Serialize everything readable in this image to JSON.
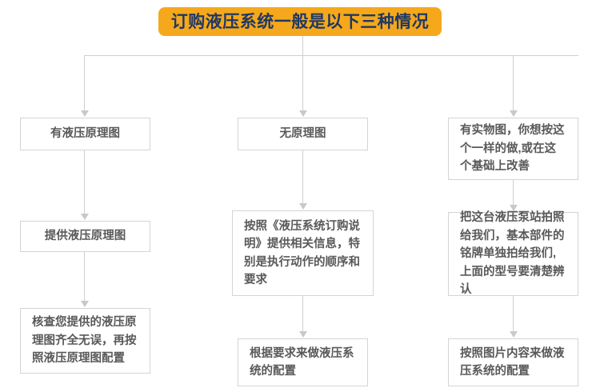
{
  "header": {
    "title": "订购液压系统一般是以下三种情况",
    "badge_bg": "#F5A81C",
    "badge_text_color": "#1F3864"
  },
  "theme": {
    "box_border": "#d4d4d4",
    "connector": "#cfcfcf",
    "text_color": "#595959",
    "background": "#ffffff"
  },
  "branches": [
    {
      "id": "branch-1",
      "steps": [
        {
          "id": "node-1-1",
          "label": "有液压原理图"
        },
        {
          "id": "node-1-2",
          "label": "提供液压原理图"
        },
        {
          "id": "node-1-3",
          "label": "核查您提供的液压原理图齐全无误，再按照液压原理图配置"
        }
      ]
    },
    {
      "id": "branch-2",
      "steps": [
        {
          "id": "node-2-1",
          "label": "无原理图"
        },
        {
          "id": "node-2-2",
          "label": "按照《液压系统订购说明》提供相关信息，特别是执行动作的顺序和要求"
        },
        {
          "id": "node-2-3",
          "label": "根据要求来做液压系统的配置"
        }
      ]
    },
    {
      "id": "branch-3",
      "steps": [
        {
          "id": "node-3-1",
          "label": "有实物图，你想按这个一样的做,或在这个基础上改善"
        },
        {
          "id": "node-3-2",
          "label": "把这台液压泵站拍照给我们，基本部件的铭牌单独拍给我们,上面的型号要清楚辨认"
        },
        {
          "id": "node-3-3",
          "label": "按照图片内容来做液压系统的配置"
        }
      ]
    }
  ]
}
